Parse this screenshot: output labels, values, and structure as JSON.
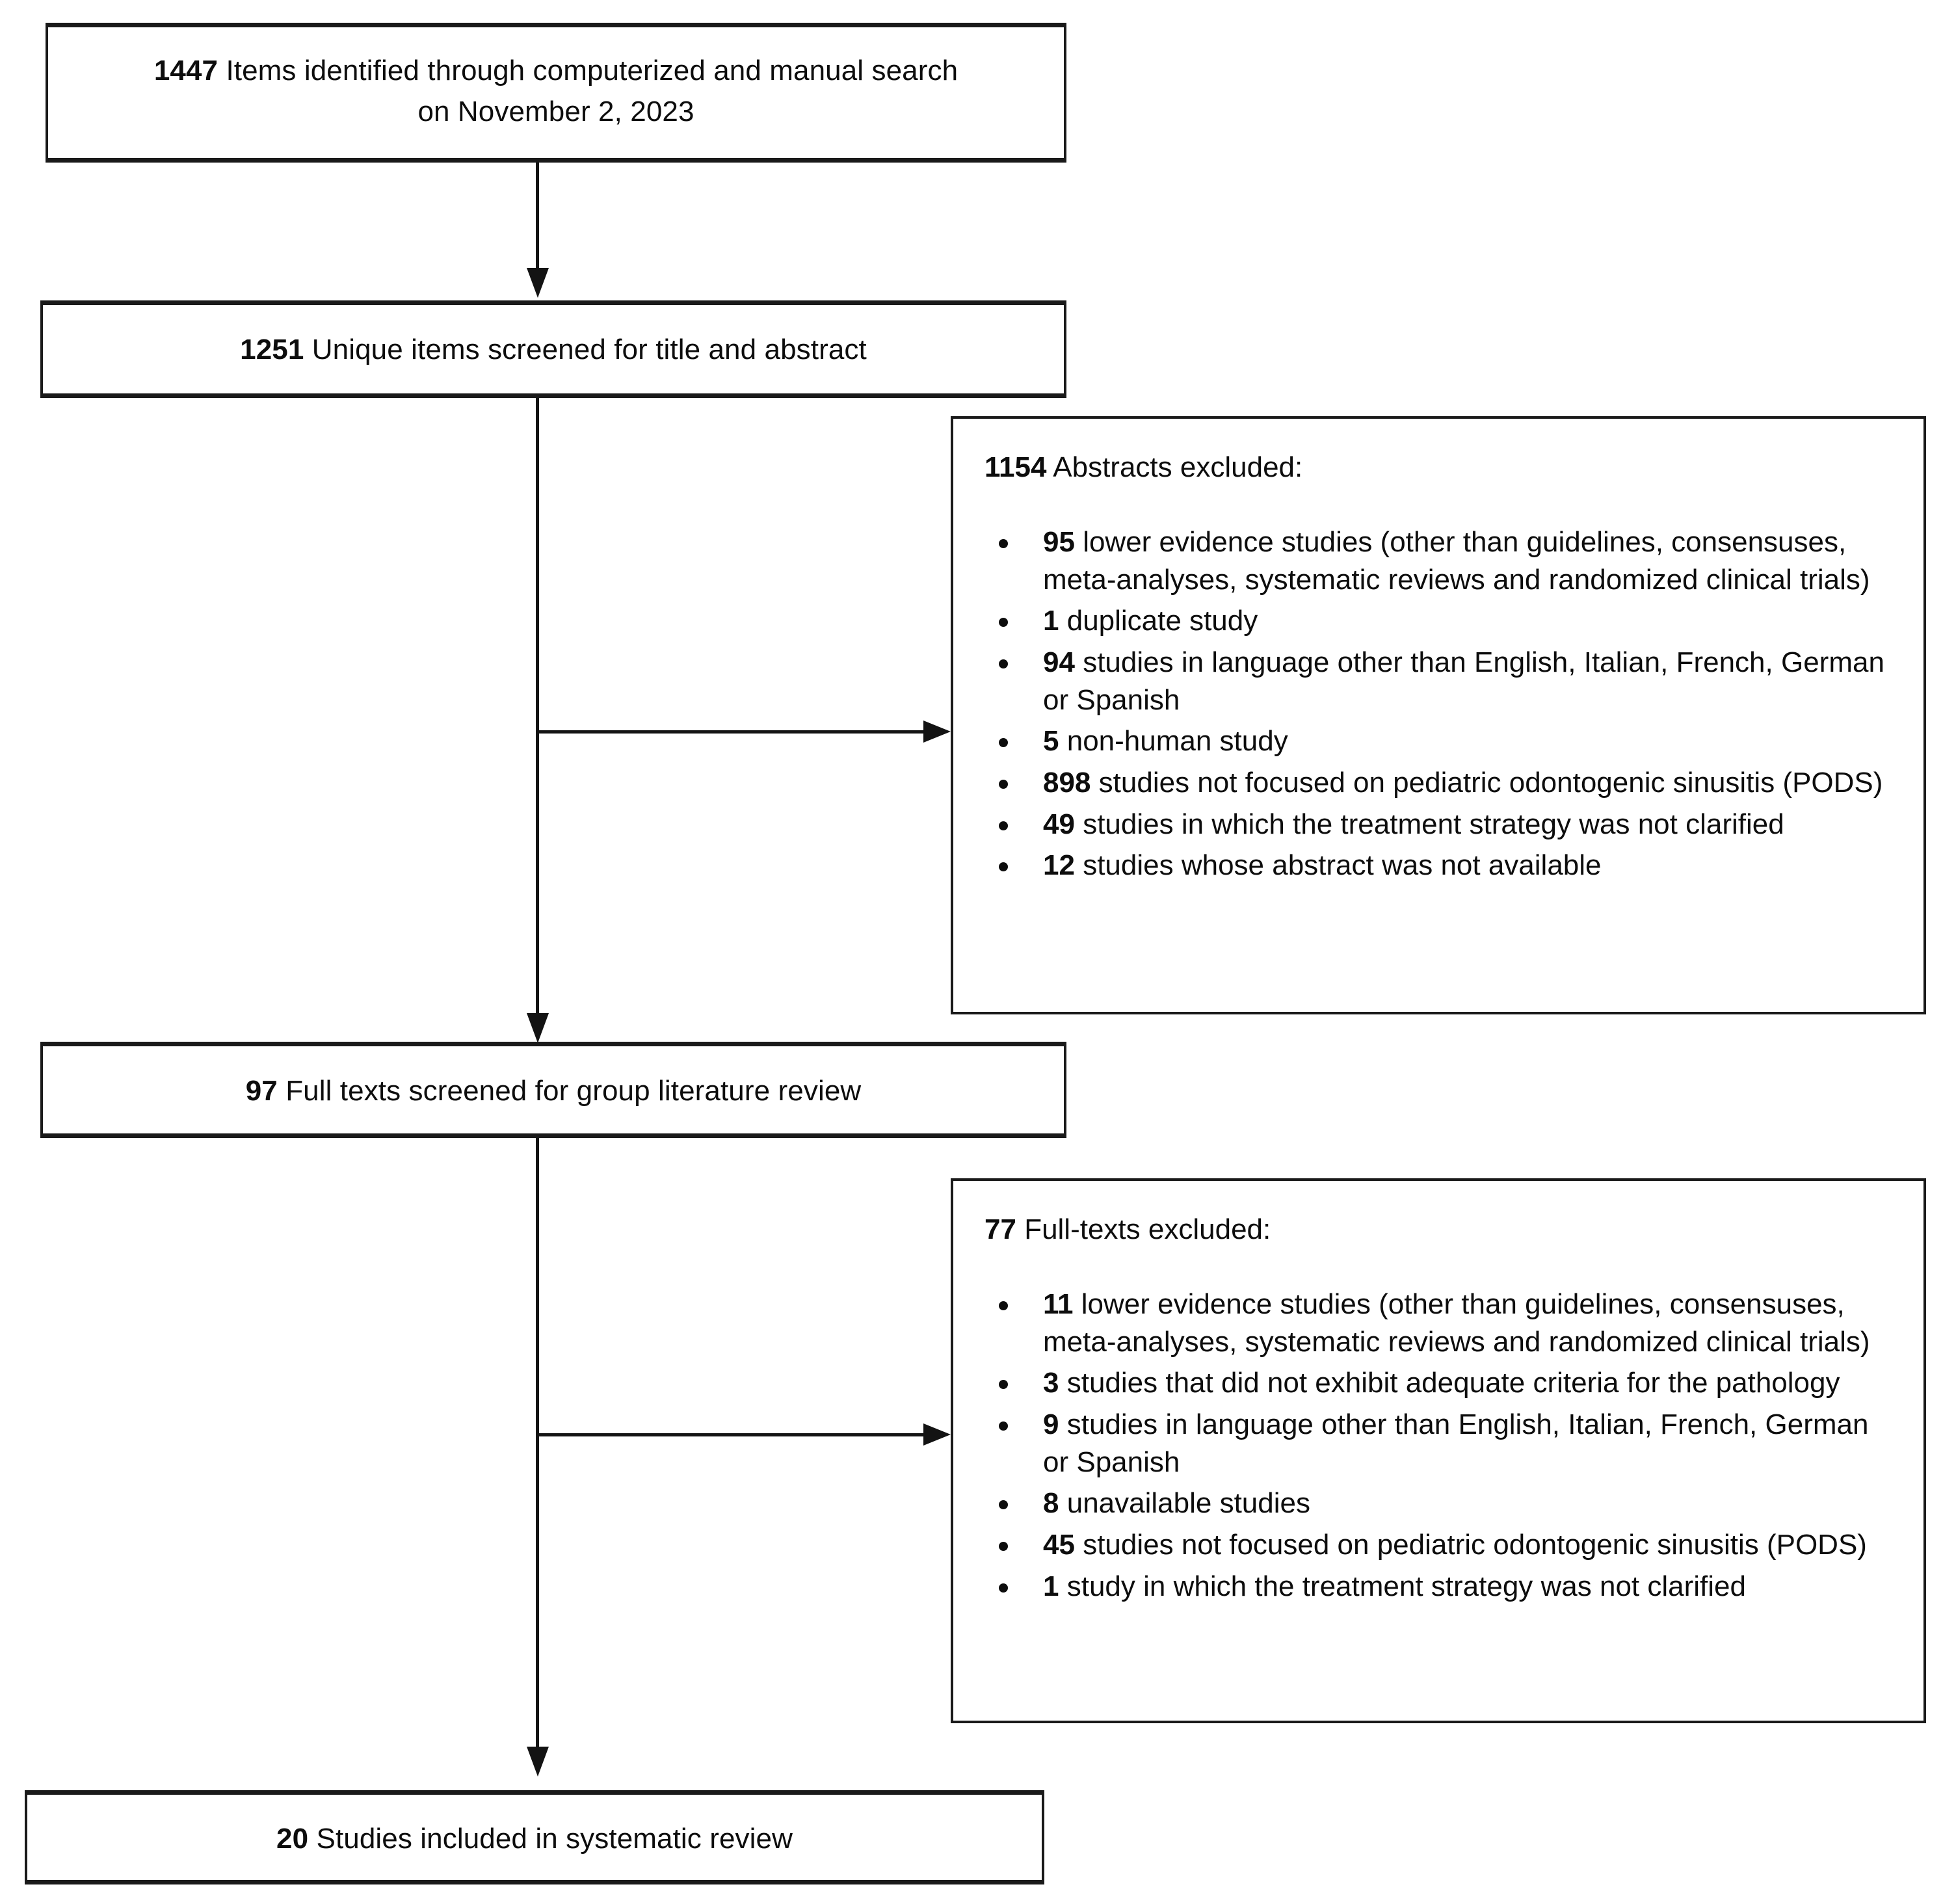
{
  "diagram": {
    "type": "prisma-flow-diagram",
    "stages": [
      {
        "id": "identification",
        "count": "1447",
        "line1": "Items identified through computerized and manual search",
        "line2": "on November 2, 2023"
      },
      {
        "id": "screening",
        "count": "1251",
        "line1": "Unique items screened for title and abstract",
        "line2": ""
      },
      {
        "id": "eligibility",
        "count": "97",
        "line1": "Full texts screened for group literature review",
        "line2": ""
      },
      {
        "id": "included",
        "count": "20",
        "line1": "Studies included in systematic review",
        "line2": ""
      }
    ],
    "exclusions": [
      {
        "id": "abstracts-excluded",
        "count": "1154",
        "heading": "Abstracts excluded:",
        "items": [
          {
            "count": "95",
            "text": "lower evidence studies (other than guidelines, consensuses, meta-analyses, systematic reviews and randomized clinical trials)"
          },
          {
            "count": "1",
            "text": "duplicate study"
          },
          {
            "count": "94",
            "text": "studies in language other than English, Italian, French, German or Spanish"
          },
          {
            "count": "5",
            "text": "non-human study"
          },
          {
            "count": "898",
            "text": "studies not focused on pediatric odontogenic sinusitis (PODS)"
          },
          {
            "count": "49",
            "text": "studies in which the treatment strategy was not clarified"
          },
          {
            "count": "12",
            "text": "studies whose abstract was not available"
          }
        ]
      },
      {
        "id": "fulltexts-excluded",
        "count": "77",
        "heading": "Full-texts excluded:",
        "items": [
          {
            "count": "11",
            "text": "lower evidence studies (other than guidelines, consensuses, meta-analyses, systematic reviews and randomized clinical trials)"
          },
          {
            "count": "3",
            "text": "studies that did not exhibit adequate criteria for the pathology"
          },
          {
            "count": "9",
            "text": "studies in language other than English, Italian, French, German or Spanish"
          },
          {
            "count": "8",
            "text": "unavailable studies"
          },
          {
            "count": "45",
            "text": "studies not focused on pediatric odontogenic sinusitis (PODS)"
          },
          {
            "count": "1",
            "text": "study in which the treatment strategy was not clarified"
          }
        ]
      }
    ],
    "colors": {
      "stroke": "#131313",
      "text": "#0d0d0d",
      "background": "#ffffff"
    }
  }
}
